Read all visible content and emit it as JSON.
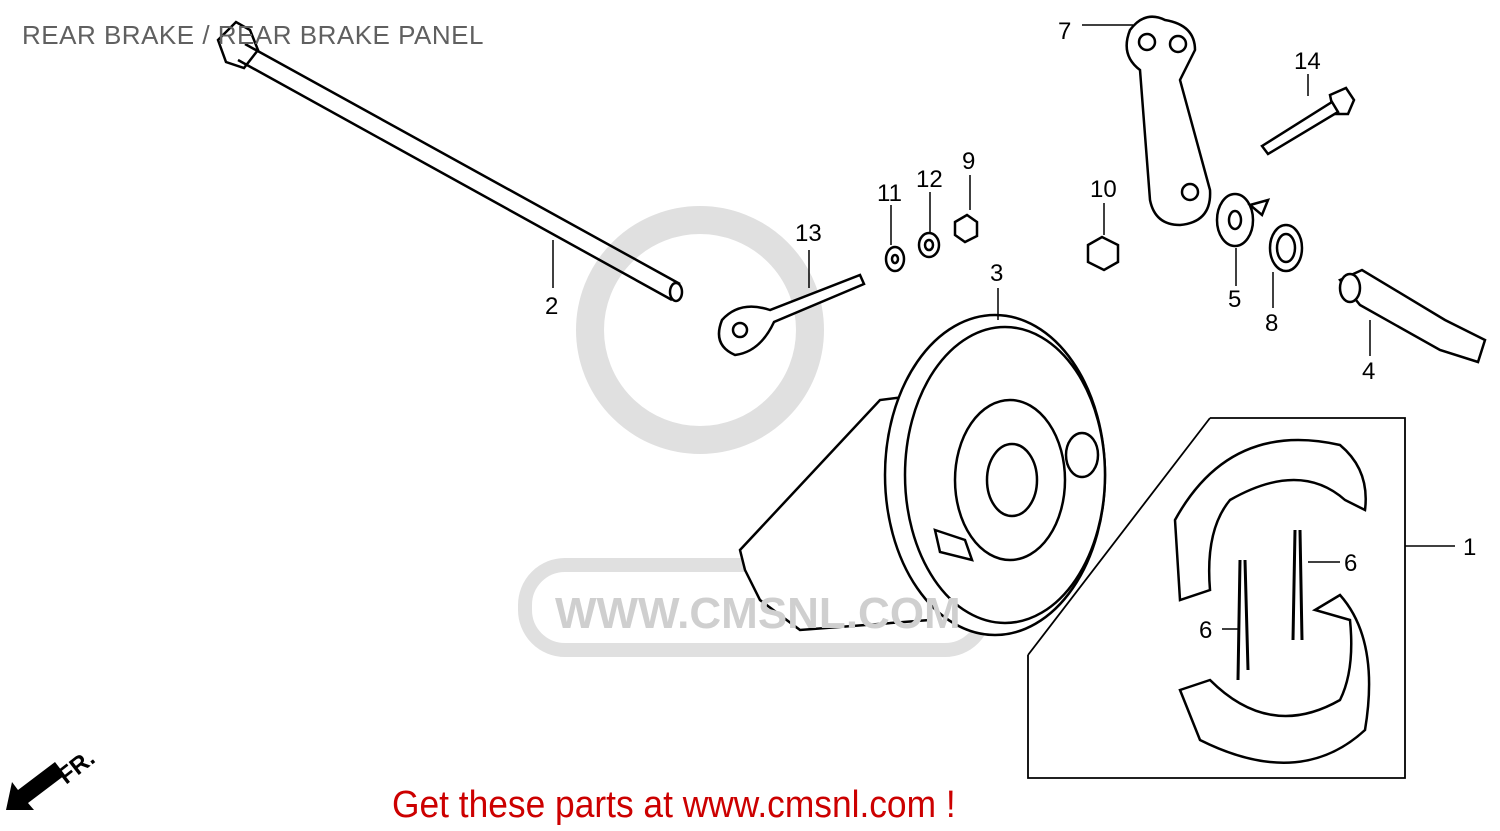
{
  "title": "REAR BRAKE / REAR BRAKE PANEL",
  "promo": "Get these parts at www.cmsnl.com !",
  "watermark": "WWW.CMSNL.COM",
  "direction_label": "FR.",
  "callouts": [
    "1",
    "2",
    "3",
    "4",
    "5",
    "6",
    "6",
    "7",
    "8",
    "9",
    "10",
    "11",
    "12",
    "13",
    "14"
  ],
  "colors": {
    "title": "#606060",
    "promo": "#cc0000",
    "watermark": "#d8d8d8"
  }
}
